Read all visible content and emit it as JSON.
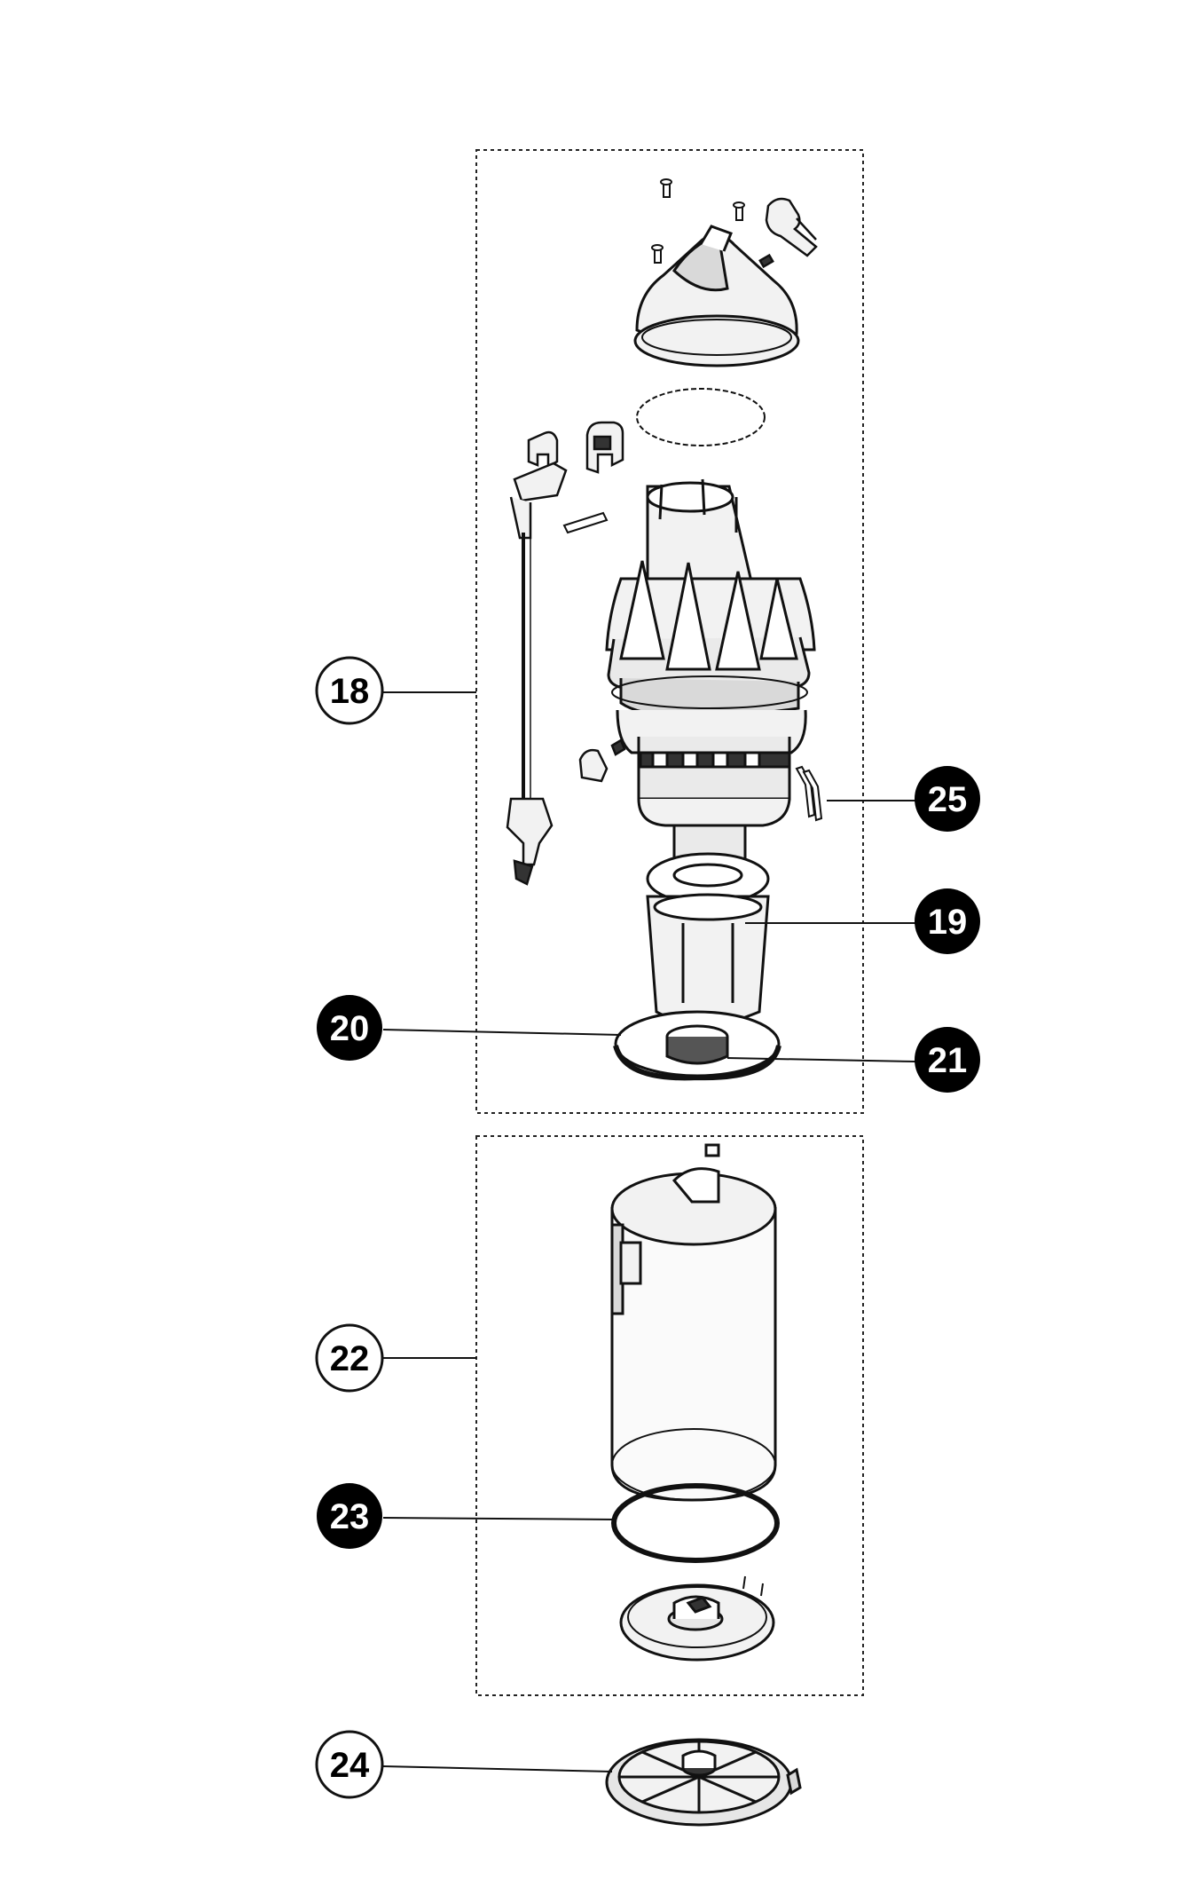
{
  "diagram": {
    "callouts": [
      {
        "id": "c18",
        "label": "18",
        "style": "outline"
      },
      {
        "id": "c19",
        "label": "19",
        "style": "filled"
      },
      {
        "id": "c20",
        "label": "20",
        "style": "filled"
      },
      {
        "id": "c21",
        "label": "21",
        "style": "filled"
      },
      {
        "id": "c22",
        "label": "22",
        "style": "outline"
      },
      {
        "id": "c23",
        "label": "23",
        "style": "filled"
      },
      {
        "id": "c24",
        "label": "24",
        "style": "outline"
      },
      {
        "id": "c25",
        "label": "25",
        "style": "filled"
      }
    ],
    "colors": {
      "line": "#111111",
      "part_fill": "#f2f2f2",
      "part_shade": "#bdbdbd",
      "callout_filled": "#000000",
      "callout_outline_fill": "#ffffff"
    }
  }
}
